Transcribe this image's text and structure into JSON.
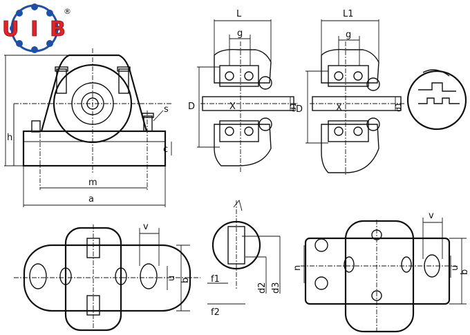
{
  "brand": {
    "name": "UIB",
    "registered_mark": "®",
    "colors": {
      "red": "#e0242a",
      "blue": "#1f4fa8"
    }
  },
  "labels": {
    "front": {
      "h": "h",
      "m": "m",
      "a": "a",
      "s": "s",
      "c": "c"
    },
    "section1": {
      "L": "L",
      "g": "g",
      "D": "D",
      "X": "X",
      "d1": "d1"
    },
    "section2": {
      "L1": "L1",
      "g": "g",
      "D": "D",
      "X": "X",
      "d1": "d1"
    },
    "plan_left": {
      "v": "v",
      "u": "u",
      "b": "b"
    },
    "bolt": {
      "f1": "f1",
      "f2": "f2",
      "d2": "d2",
      "d3": "d3"
    },
    "plan_right": {
      "v": "v",
      "n": "n",
      "u": "u",
      "b": "b"
    }
  }
}
